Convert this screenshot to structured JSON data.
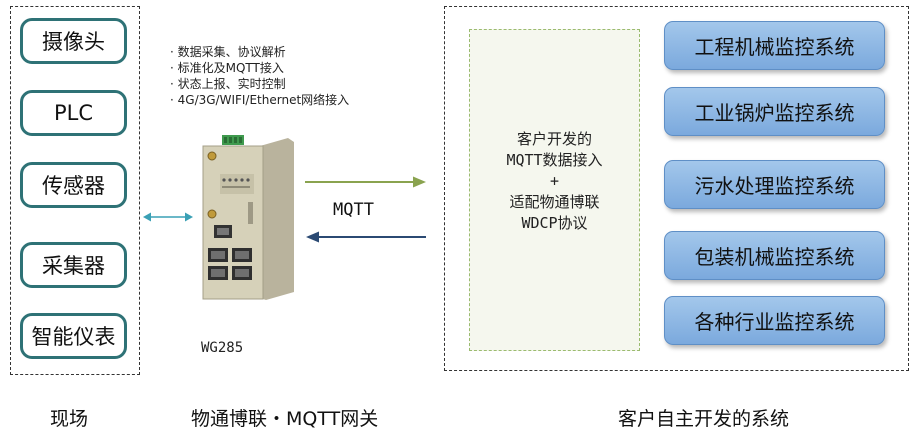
{
  "field": {
    "devices": [
      "摄像头",
      "PLC",
      "传感器",
      "采集器",
      "智能仪表"
    ]
  },
  "gateway": {
    "features": [
      "· 数据采集、协议解析",
      "· 标准化及MQTT接入",
      "· 状态上报、实时控制",
      "· 4G/3G/WIFI/Ethernet网络接入"
    ],
    "model": "WG285"
  },
  "protocol": {
    "label": "MQTT"
  },
  "integration": {
    "lines": [
      "客户开发的",
      "MQTT数据接入",
      "+",
      "适配物通博联",
      "WDCP协议"
    ]
  },
  "systems": [
    "工程机械监控系统",
    "工业锅炉监控系统",
    "污水处理监控系统",
    "包装机械监控系统",
    "各种行业监控系统"
  ],
  "captions": {
    "field": "现场",
    "gateway": "物通博联・MQTT网关",
    "client": "客户自主开发的系统"
  },
  "colors": {
    "device_border": "#2e7276",
    "system_fill": "#8ab4e2",
    "arrow_out": "#8aa34f",
    "arrow_in": "#2b4a73",
    "bidirectional": "#3aa0b5"
  }
}
